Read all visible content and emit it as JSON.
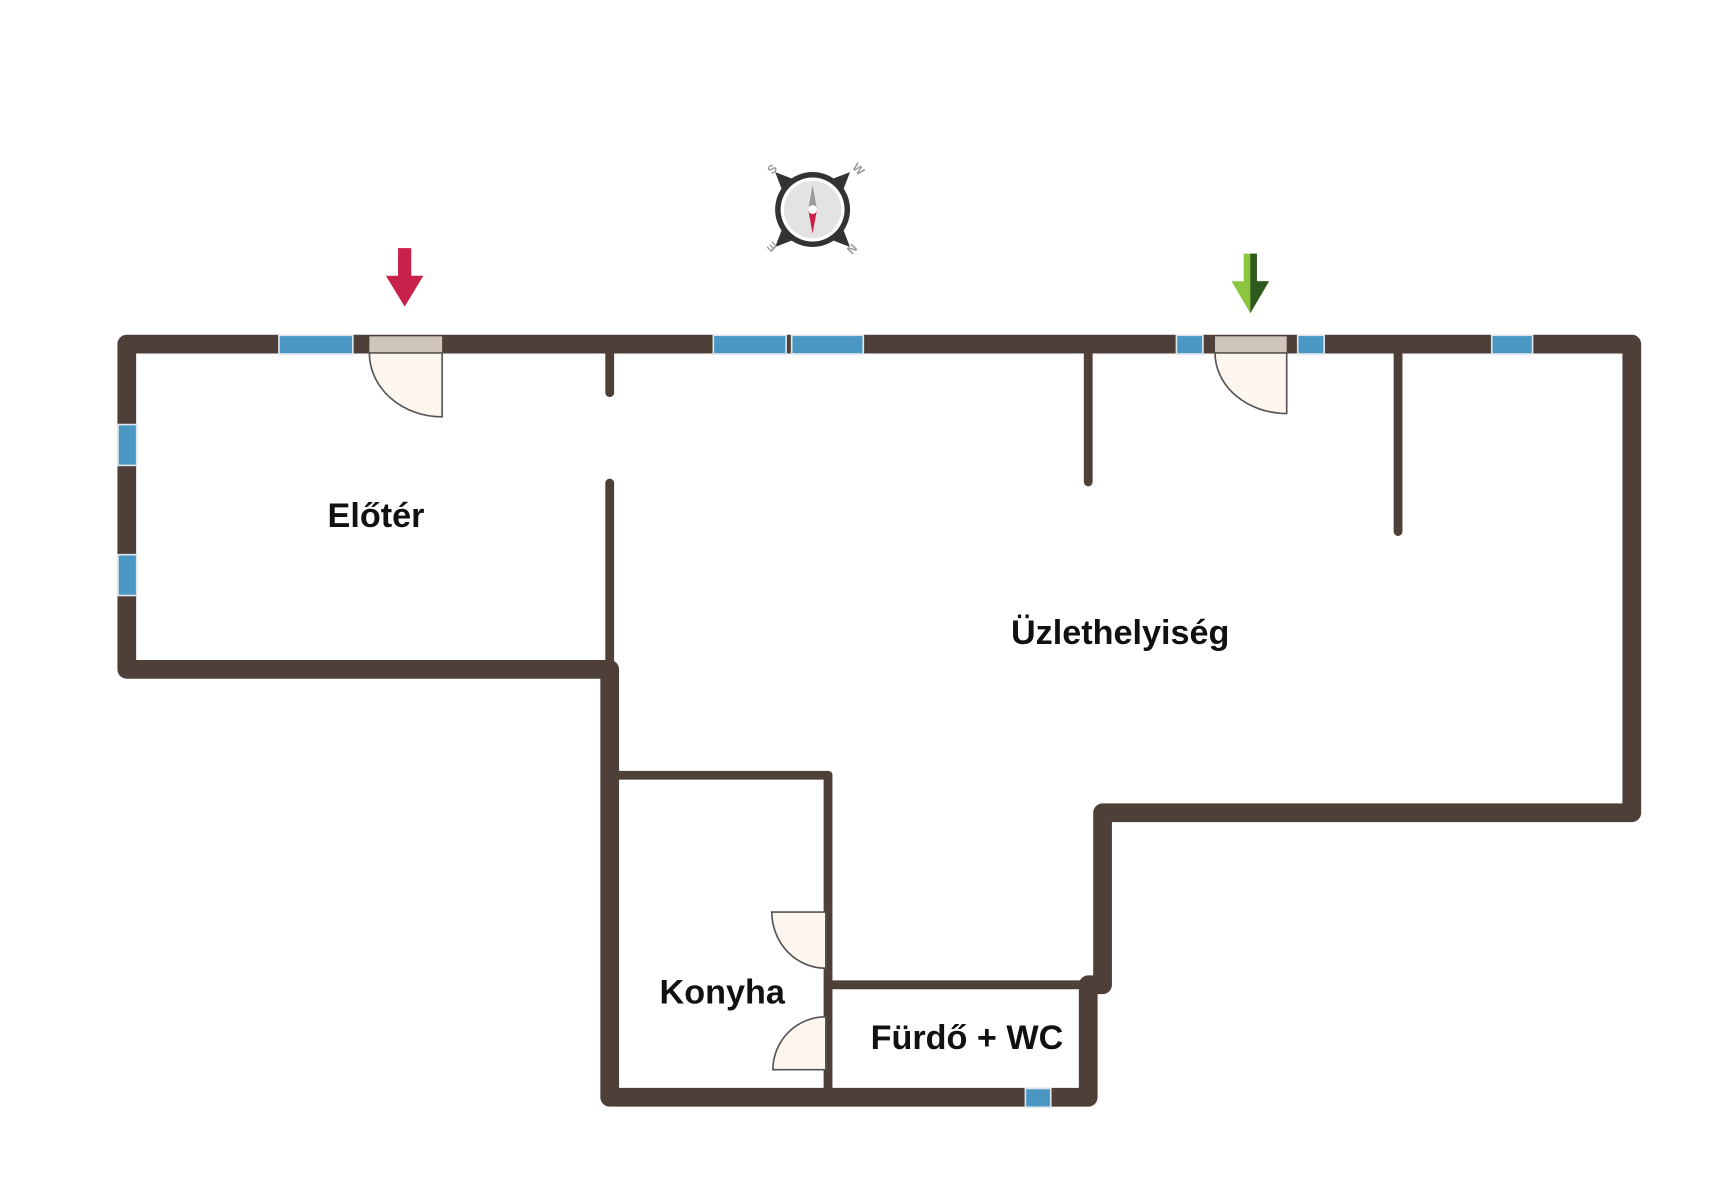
{
  "rooms": {
    "eloter": "Előtér",
    "uzlethelyiseg": "Üzlethelyiség",
    "konyha": "Konyha",
    "furdo": "Fürdő + WC"
  },
  "compass": {
    "n": "N",
    "s": "S",
    "e": "E",
    "w": "W"
  },
  "colors": {
    "wall": "#4e4039",
    "window": "#4a97c4",
    "entrance_arrow_1": "#c8224a",
    "entrance_arrow_2": "#5aa02c"
  }
}
